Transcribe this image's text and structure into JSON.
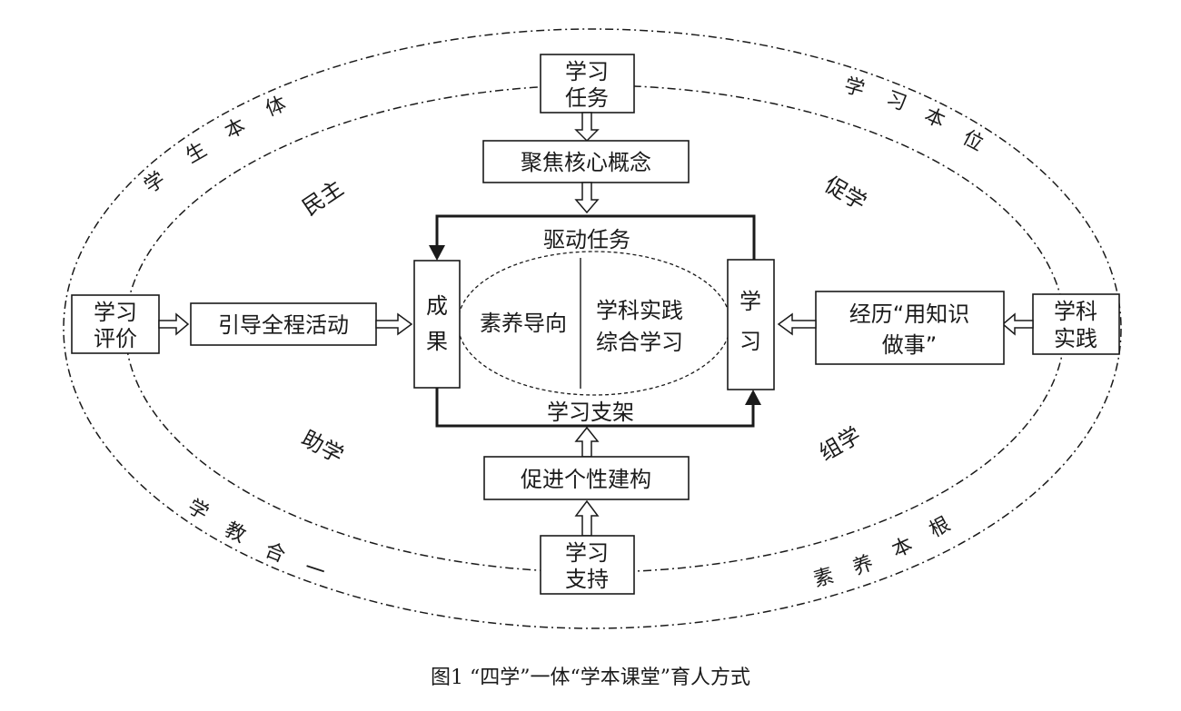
{
  "nodes": {
    "task": [
      "学习",
      "任务"
    ],
    "focus": "聚焦核心概念",
    "drive": "驱动任务",
    "outcome": [
      "成",
      "果"
    ],
    "learn": [
      "学",
      "习"
    ],
    "core_left": "素养导向",
    "core_right": [
      "学科实践",
      "综合学习"
    ],
    "scaffold": "学习支架",
    "construct": "促进个性建构",
    "support": [
      "学习",
      "支持"
    ],
    "evaluate": [
      "学习",
      "评价"
    ],
    "guide": "引导全程活动",
    "experience": [
      "经历“用知识",
      "做事”"
    ],
    "practice": [
      "学科",
      "实践"
    ]
  },
  "ring_labels": {
    "top_left": [
      "学",
      "生",
      "本",
      "体"
    ],
    "top_right": [
      "学",
      "习",
      "本",
      "位"
    ],
    "bottom_left": [
      "学",
      "教",
      "合",
      "一"
    ],
    "bottom_right": [
      "素",
      "养",
      "本",
      "根"
    ]
  },
  "quadrant_labels": {
    "top_left": "民主",
    "top_right": "促学",
    "bottom_left": "助学",
    "bottom_right": "组学"
  },
  "caption": "图1  “四学”一体“学本课堂”育人方式"
}
